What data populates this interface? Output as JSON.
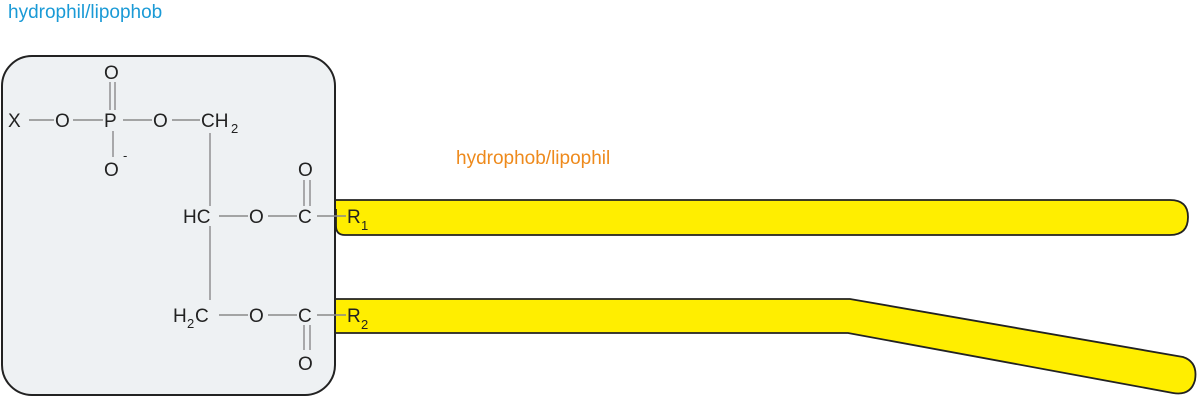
{
  "colors": {
    "hydrophilic": "#1a9ad6",
    "hydrophobic": "#ee8a1c",
    "head_fill": "#eef1f3",
    "tail_fill": "#ffee00",
    "outline": "#222222"
  },
  "labels": {
    "hydrophilic": "hydrophil/lipophob",
    "hydrophobic": "hydrophob/lipophil"
  },
  "molecule": {
    "x": "X",
    "o": "O",
    "p": "P",
    "minus": "-",
    "ch2": "CH",
    "ch2_sub": "2",
    "hc": "HC",
    "h2c_h": "H",
    "h2c_sub": "2",
    "h2c_c": "C",
    "c": "C",
    "r": "R",
    "r1_sub": "1",
    "r2_sub": "2"
  }
}
